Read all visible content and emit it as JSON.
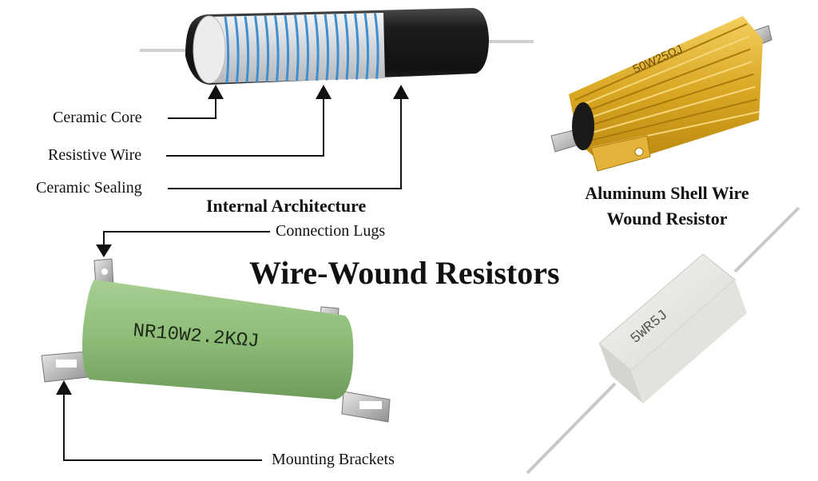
{
  "title": "Wire-Wound Resistors",
  "internal": {
    "heading": "Internal Architecture",
    "labels": {
      "ceramic_core": "Ceramic Core",
      "resistive_wire": "Resistive Wire",
      "ceramic_sealing": "Ceramic Sealing"
    }
  },
  "aluminum": {
    "caption_line1": "Aluminum Shell Wire",
    "caption_line2": "Wound Resistor",
    "marking": "50W25ΩJ"
  },
  "green_resistor": {
    "marking": "NR10W2.2KΩJ",
    "labels": {
      "connection_lugs": "Connection Lugs",
      "mounting_brackets": "Mounting Brackets"
    }
  },
  "cement_resistor": {
    "marking": "5WR5J"
  },
  "colors": {
    "arrow": "#111111",
    "body_black": "#1d1d1d",
    "ceramic_core": "#dcdcdc",
    "wire_blue": "#3f8fd0",
    "gold": "#d9a722",
    "green_body": "#8dbc77",
    "ceramic_white": "#ecebe6",
    "metal": "#c9c9c9"
  }
}
